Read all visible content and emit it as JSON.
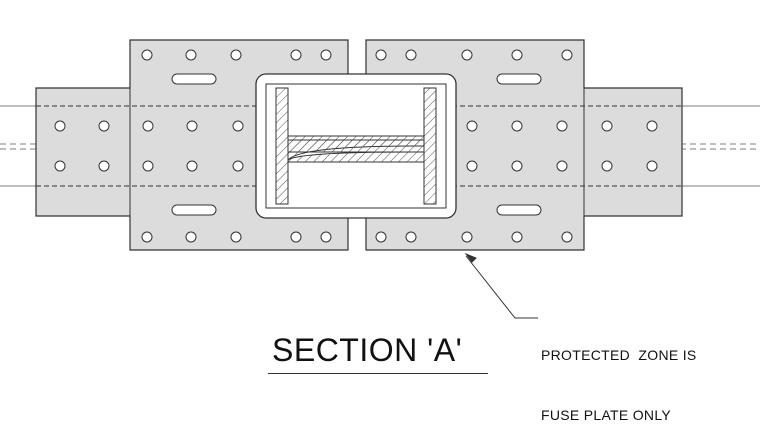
{
  "drawing": {
    "colors": {
      "plate_fill": "#dcdcdc",
      "line": "#333333",
      "hole_fill": "#ffffff",
      "hatch": "#555555"
    },
    "callout": {
      "line1": "PROTECTED  ZONE IS",
      "line2": "FUSE PLATE ONLY"
    },
    "title": "SECTION 'A'"
  }
}
